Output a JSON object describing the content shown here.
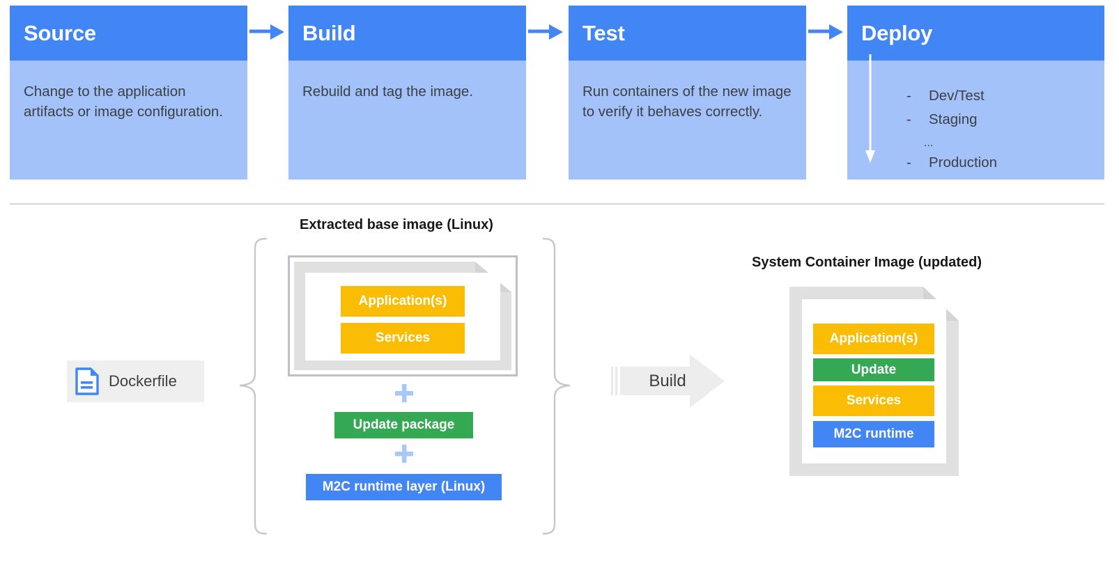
{
  "pipeline": {
    "cards": [
      {
        "title": "Source",
        "body": "Change to the application artifacts or image configuration."
      },
      {
        "title": "Build",
        "body": "Rebuild and tag the image."
      },
      {
        "title": "Test",
        "body": "Run containers of the new image to verify it behaves correctly."
      },
      {
        "title": "Deploy",
        "body": "",
        "list": [
          {
            "marker": "-",
            "label": "Dev/Test"
          },
          {
            "marker": "-",
            "label": "Staging"
          },
          {
            "marker": "...",
            "label": ""
          },
          {
            "marker": "-",
            "label": "Production"
          }
        ]
      }
    ]
  },
  "build_diagram": {
    "input_chip": {
      "label": "Dockerfile",
      "icon": "file-icon"
    },
    "base_group": {
      "title": "Extracted base image (Linux)",
      "image_layers": [
        {
          "label": "Application(s)",
          "color": "#FBBC04"
        },
        {
          "label": "Services",
          "color": "#FBBC04"
        }
      ],
      "added_layers": [
        {
          "label": "Update package",
          "color": "#34A853"
        },
        {
          "label": "M2C runtime layer (Linux)",
          "color": "#4285F4"
        }
      ],
      "operator": "+"
    },
    "build_action": {
      "label": "Build"
    },
    "output": {
      "title": "System Container Image (updated)",
      "layers": [
        {
          "label": "Application(s)",
          "color": "#FBBC04"
        },
        {
          "label": "Update",
          "color": "#34A853"
        },
        {
          "label": "Services",
          "color": "#FBBC04"
        },
        {
          "label": "M2C runtime",
          "color": "#4285F4"
        }
      ]
    }
  },
  "colors": {
    "header_blue": "#4285F4",
    "body_blue": "#A3C2F9",
    "yellow": "#FBBC04",
    "green": "#34A853",
    "blue": "#4285F4",
    "plus_blue": "#A8C7FA",
    "gray_doc": "#E0E0E0",
    "gray_stroke": "#BDC1C6",
    "divider": "#D3D7DC",
    "text_dark": "#3C4043"
  }
}
